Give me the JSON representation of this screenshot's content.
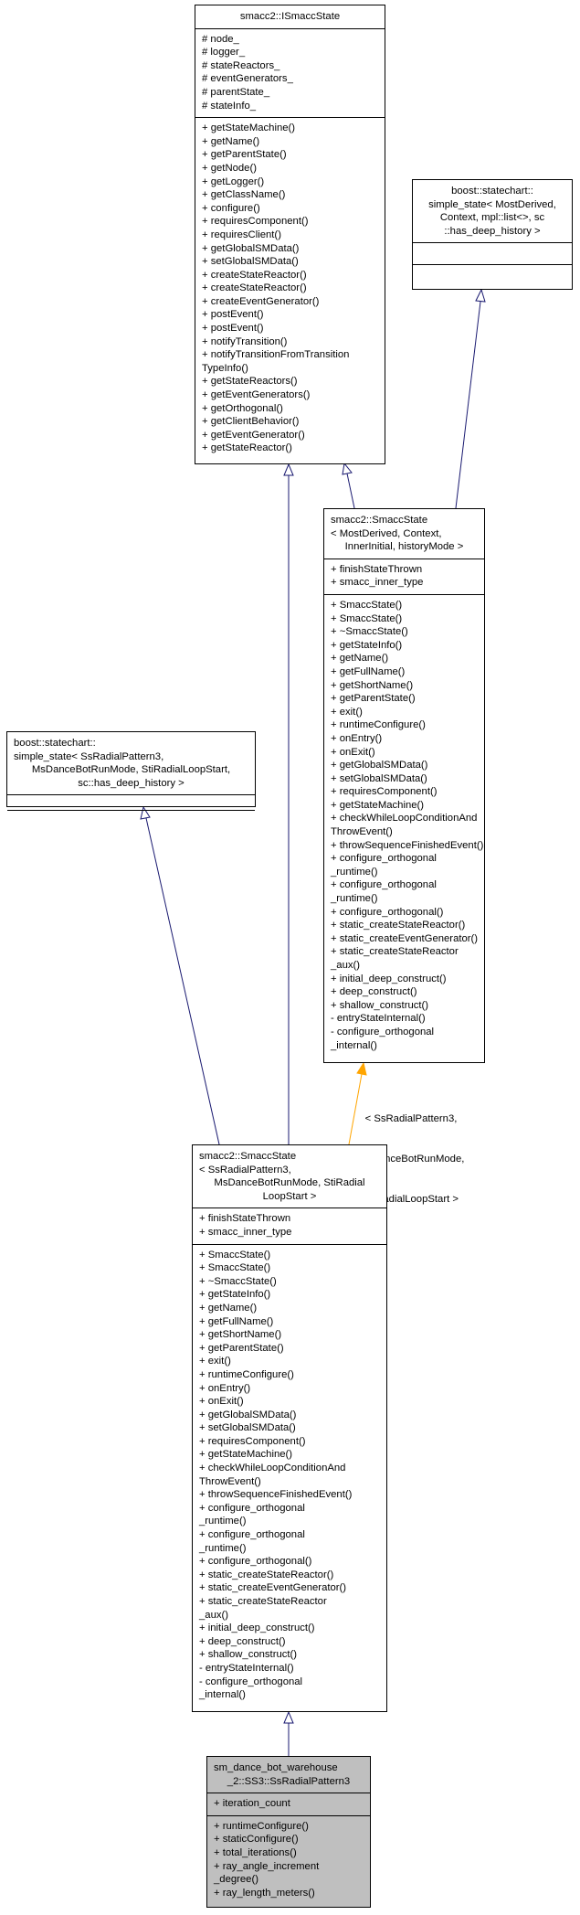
{
  "classes": {
    "ismaccstate": {
      "title": [
        "smacc2::ISmaccState"
      ],
      "attributes": [
        "# node_",
        "# logger_",
        "# stateReactors_",
        "# eventGenerators_",
        "# parentState_",
        "# stateInfo_"
      ],
      "methods": [
        "+ getStateMachine()",
        "+ getName()",
        "+ getParentState()",
        "+ getNode()",
        "+ getLogger()",
        "+ getClassName()",
        "+ configure()",
        "+ requiresComponent()",
        "+ requiresClient()",
        "+ getGlobalSMData()",
        "+ setGlobalSMData()",
        "+ createStateReactor()",
        "+ createStateReactor()",
        "+ createEventGenerator()",
        "+ postEvent()",
        "+ postEvent()",
        "+ notifyTransition()",
        "+ notifyTransitionFromTransition",
        "TypeInfo()",
        "+ getStateReactors()",
        "+ getEventGenerators()",
        "+ getOrthogonal()",
        "+ getClientBehavior()",
        "+ getEventGenerator()",
        "+ getStateReactor()"
      ]
    },
    "boost_state_deep": {
      "title": [
        "boost::statechart::",
        "simple_state< MostDerived,",
        "Context, mpl::list<>, sc",
        "::has_deep_history >"
      ],
      "attributes": [],
      "methods": []
    },
    "smaccstate_template": {
      "title": [
        "smacc2::SmaccState",
        "< MostDerived, Context,",
        "InnerInitial, historyMode >"
      ],
      "attributes": [
        "+ finishStateThrown",
        "+ smacc_inner_type"
      ],
      "methods": [
        "+ SmaccState()",
        "+ SmaccState()",
        "+ ~SmaccState()",
        "+ getStateInfo()",
        "+ getName()",
        "+ getFullName()",
        "+ getShortName()",
        "+ getParentState()",
        "+ exit()",
        "+ runtimeConfigure()",
        "+ onEntry()",
        "+ onExit()",
        "+ getGlobalSMData()",
        "+ setGlobalSMData()",
        "+ requiresComponent()",
        "+ getStateMachine()",
        "+ checkWhileLoopConditionAnd",
        "ThrowEvent()",
        "+ throwSequenceFinishedEvent()",
        "+ configure_orthogonal",
        "_runtime()",
        "+ configure_orthogonal",
        "_runtime()",
        "+ configure_orthogonal()",
        "+ static_createStateReactor()",
        "+ static_createEventGenerator()",
        "+ static_createStateReactor",
        "_aux()",
        "+ initial_deep_construct()",
        "+ deep_construct()",
        "+ shallow_construct()",
        "- entryStateInternal()",
        "- configure_orthogonal",
        "_internal()"
      ]
    },
    "boost_state_radial": {
      "title": [
        "boost::statechart::",
        "simple_state< SsRadialPattern3,",
        "MsDanceBotRunMode, StiRadialLoopStart,",
        "sc::has_deep_history >"
      ],
      "attributes": [],
      "methods": []
    },
    "smaccstate_instance": {
      "title": [
        "smacc2::SmaccState",
        "< SsRadialPattern3,",
        "MsDanceBotRunMode, StiRadial",
        "LoopStart >"
      ],
      "attributes": [
        "+ finishStateThrown",
        "+ smacc_inner_type"
      ],
      "methods": [
        "+ SmaccState()",
        "+ SmaccState()",
        "+ ~SmaccState()",
        "+ getStateInfo()",
        "+ getName()",
        "+ getFullName()",
        "+ getShortName()",
        "+ getParentState()",
        "+ exit()",
        "+ runtimeConfigure()",
        "+ onEntry()",
        "+ onExit()",
        "+ getGlobalSMData()",
        "+ setGlobalSMData()",
        "+ requiresComponent()",
        "+ getStateMachine()",
        "+ checkWhileLoopConditionAnd",
        "ThrowEvent()",
        "+ throwSequenceFinishedEvent()",
        "+ configure_orthogonal",
        "_runtime()",
        "+ configure_orthogonal",
        "_runtime()",
        "+ configure_orthogonal()",
        "+ static_createStateReactor()",
        "+ static_createEventGenerator()",
        "+ static_createStateReactor",
        "_aux()",
        "+ initial_deep_construct()",
        "+ deep_construct()",
        "+ shallow_construct()",
        "- entryStateInternal()",
        "- configure_orthogonal",
        "_internal()"
      ]
    },
    "ssradialpattern3": {
      "title": [
        "sm_dance_bot_warehouse",
        "_2::SS3::SsRadialPattern3"
      ],
      "attributes": [
        "+ iteration_count"
      ],
      "methods": [
        "+ runtimeConfigure()",
        "+ staticConfigure()",
        "+ total_iterations()",
        "+ ray_angle_increment",
        "_degree()",
        "+ ray_length_meters()"
      ]
    }
  },
  "edge_labels": {
    "template_binding": [
      "< SsRadialPattern3,",
      "MsDanceBotRunMode,",
      "StiRadialLoopStart >"
    ]
  },
  "colors": {
    "inheritance_edge": "#191970",
    "template_edge": "#ffa500",
    "highlight_fill": "#bfbfbf"
  }
}
